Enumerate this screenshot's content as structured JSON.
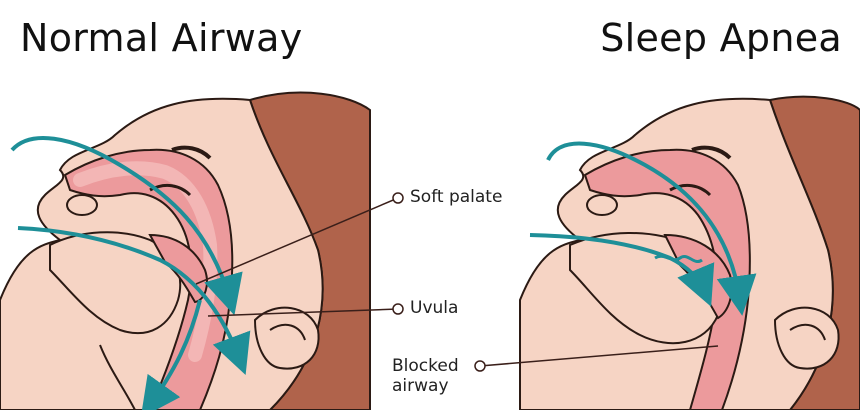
{
  "titles": {
    "left": "Normal Airway",
    "right": "Sleep Apnea"
  },
  "labels": {
    "soft_palate": "Soft palate",
    "uvula": "Uvula",
    "blocked_airway_line1": "Blocked",
    "blocked_airway_line2": "airway"
  },
  "colors": {
    "skin": "#f6d4c4",
    "skin_line": "#2b1a14",
    "hair": "#b0634b",
    "airway_pink": "#ec9a9c",
    "airway_inner": "#f3b6b5",
    "flow_arrow": "#1e8f98",
    "leader_line": "#3a1f1a"
  },
  "icons": {
    "label_marker": "circle-marker"
  }
}
